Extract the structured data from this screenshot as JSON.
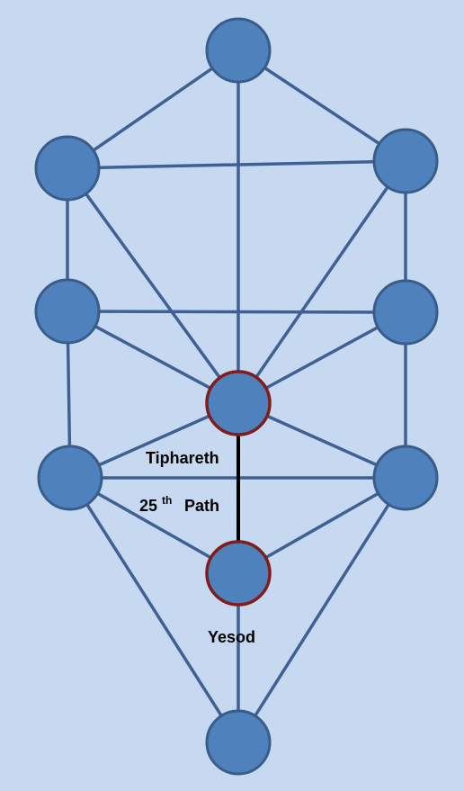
{
  "diagram": {
    "labels": {
      "upper_node": "Tiphareth",
      "path_number": "25",
      "path_suffix": "th",
      "path_word": "Path",
      "lower_node": "Yesod"
    },
    "colors": {
      "background": "#c6d9f0",
      "node_fill": "#4f81bd",
      "node_stroke": "#385d8a",
      "highlight_stroke": "#7f1d1d",
      "edge": "#3f5f95",
      "highlight_edge": "#000000"
    }
  }
}
